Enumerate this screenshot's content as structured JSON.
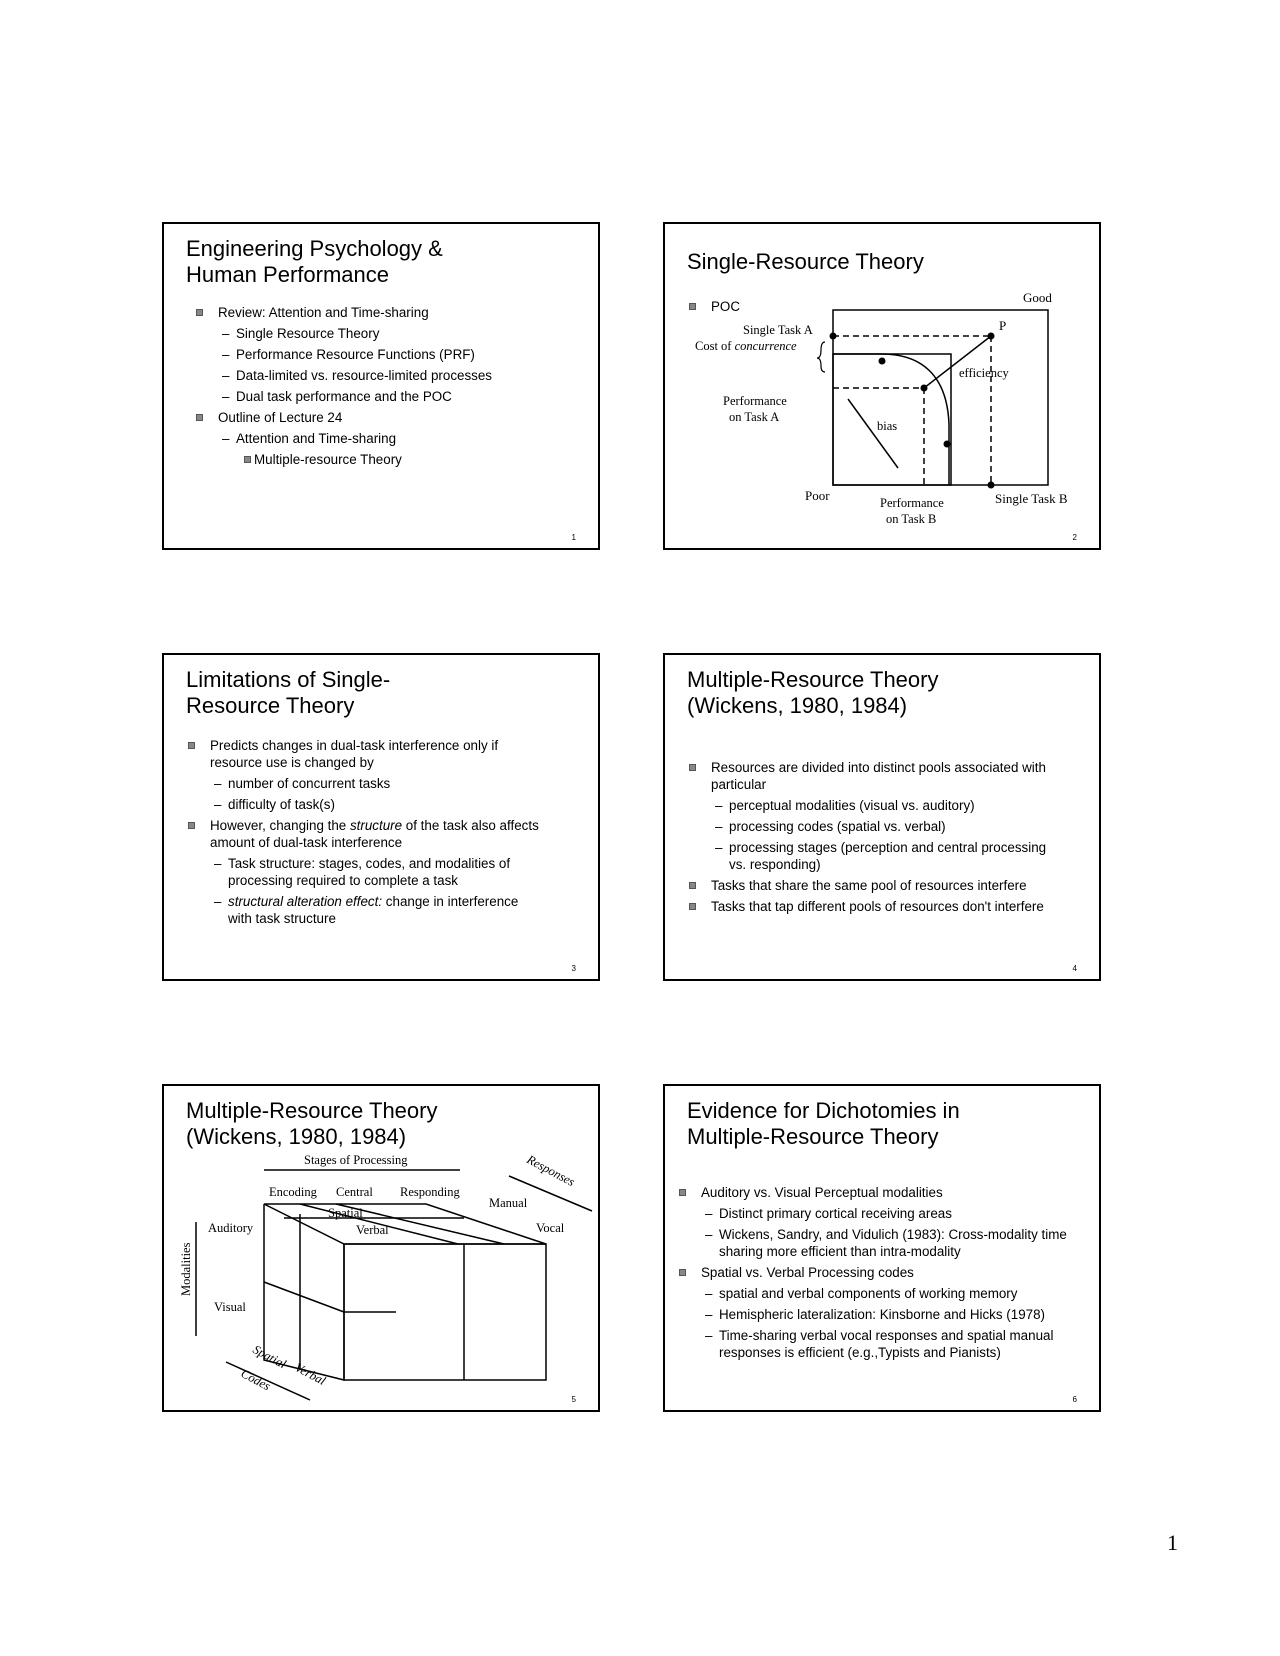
{
  "page_number": "1",
  "slides": [
    {
      "title": [
        "Engineering Psychology &",
        "Human Performance"
      ],
      "number": "1",
      "bullets": [
        {
          "level": 1,
          "text": "Review:  Attention and Time-sharing"
        },
        {
          "level": 2,
          "text": "Single Resource Theory"
        },
        {
          "level": 2,
          "text": "Performance Resource Functions (PRF)"
        },
        {
          "level": 2,
          "text": "Data-limited vs. resource-limited processes"
        },
        {
          "level": 2,
          "text": "Dual task performance and the POC"
        },
        {
          "level": 1,
          "text": "Outline of Lecture 24"
        },
        {
          "level": 2,
          "text": "Attention and Time-sharing"
        },
        {
          "level": 3,
          "text": "Multiple-resource Theory"
        }
      ]
    },
    {
      "title": [
        "Single-Resource Theory"
      ],
      "number": "2",
      "bullets": [
        {
          "level": 1,
          "text": "POC"
        }
      ],
      "diagram": {
        "good": "Good",
        "poor": "Poor",
        "p": "P",
        "single_task_a": "Single Task A",
        "cost_of": "Cost of ",
        "concurrence": "concurrence",
        "efficiency": "efficiency",
        "perf_a_1": "Performance",
        "perf_a_2": "on Task A",
        "bias": "bias",
        "perf_b_1": "Performance",
        "perf_b_2": "on Task B",
        "single_task_b": "Single Task B"
      }
    },
    {
      "title": [
        "Limitations of Single-",
        "Resource Theory"
      ],
      "number": "3",
      "b1": "Predicts changes in dual-task interference only if resource use is changed by",
      "b1_sub": [
        "number of concurrent tasks",
        "difficulty of task(s)"
      ],
      "b2_pre": "However, changing the ",
      "b2_em": "structure",
      "b2_post": " of the task also affects amount of dual-task interference",
      "b2_sub1": "Task structure: stages, codes, and modalities of processing required to complete a task",
      "b2_sub2_em": "structural alteration effect:",
      "b2_sub2_post": " change in interference with task structure"
    },
    {
      "title": [
        "Multiple-Resource Theory",
        "(Wickens, 1980, 1984)"
      ],
      "number": "4",
      "bullets": [
        {
          "level": 1,
          "text": "Resources are divided into distinct pools associated with particular"
        },
        {
          "level": 2,
          "text": "perceptual modalities (visual vs. auditory)"
        },
        {
          "level": 2,
          "text": "processing codes (spatial vs. verbal)"
        },
        {
          "level": 2,
          "text": "processing stages (perception and central processing vs. responding)"
        },
        {
          "level": 1,
          "text": "Tasks that share the same pool of resources interfere"
        },
        {
          "level": 1,
          "text": "Tasks that tap different pools of resources don't interfere"
        }
      ]
    },
    {
      "title": [
        "Multiple-Resource Theory",
        "(Wickens, 1980, 1984)"
      ],
      "number": "5",
      "cube": {
        "stages": "Stages of Processing",
        "encoding": "Encoding",
        "central": "Central",
        "responding": "Responding",
        "responses": "Responses",
        "manual": "Manual",
        "vocal": "Vocal",
        "spatial_top": "Spatial",
        "verbal_top": "Verbal",
        "auditory": "Auditory",
        "visual": "Visual",
        "modalities": "Modalities",
        "spatial_bottom": "Spatial",
        "verbal_bottom": "Verbal",
        "codes": "Codes"
      }
    },
    {
      "title": [
        "Evidence for Dichotomies in",
        "Multiple-Resource Theory"
      ],
      "number": "6",
      "bullets": [
        {
          "level": 1,
          "text": "Auditory vs. Visual Perceptual modalities"
        },
        {
          "level": 2,
          "text": "Distinct primary cortical receiving areas"
        },
        {
          "level": 2,
          "text": "Wickens, Sandry, and Vidulich (1983): Cross-modality time sharing more efficient than intra-modality"
        },
        {
          "level": 1,
          "text": "Spatial vs. Verbal Processing codes"
        },
        {
          "level": 2,
          "text": "spatial and verbal components of working memory"
        },
        {
          "level": 2,
          "text": "Hemispheric lateralization: Kinsborne and Hicks (1978)"
        },
        {
          "level": 2,
          "text": "Time-sharing verbal vocal responses and spatial manual responses is efficient (e.g.,Typists and Pianists)"
        }
      ]
    }
  ]
}
